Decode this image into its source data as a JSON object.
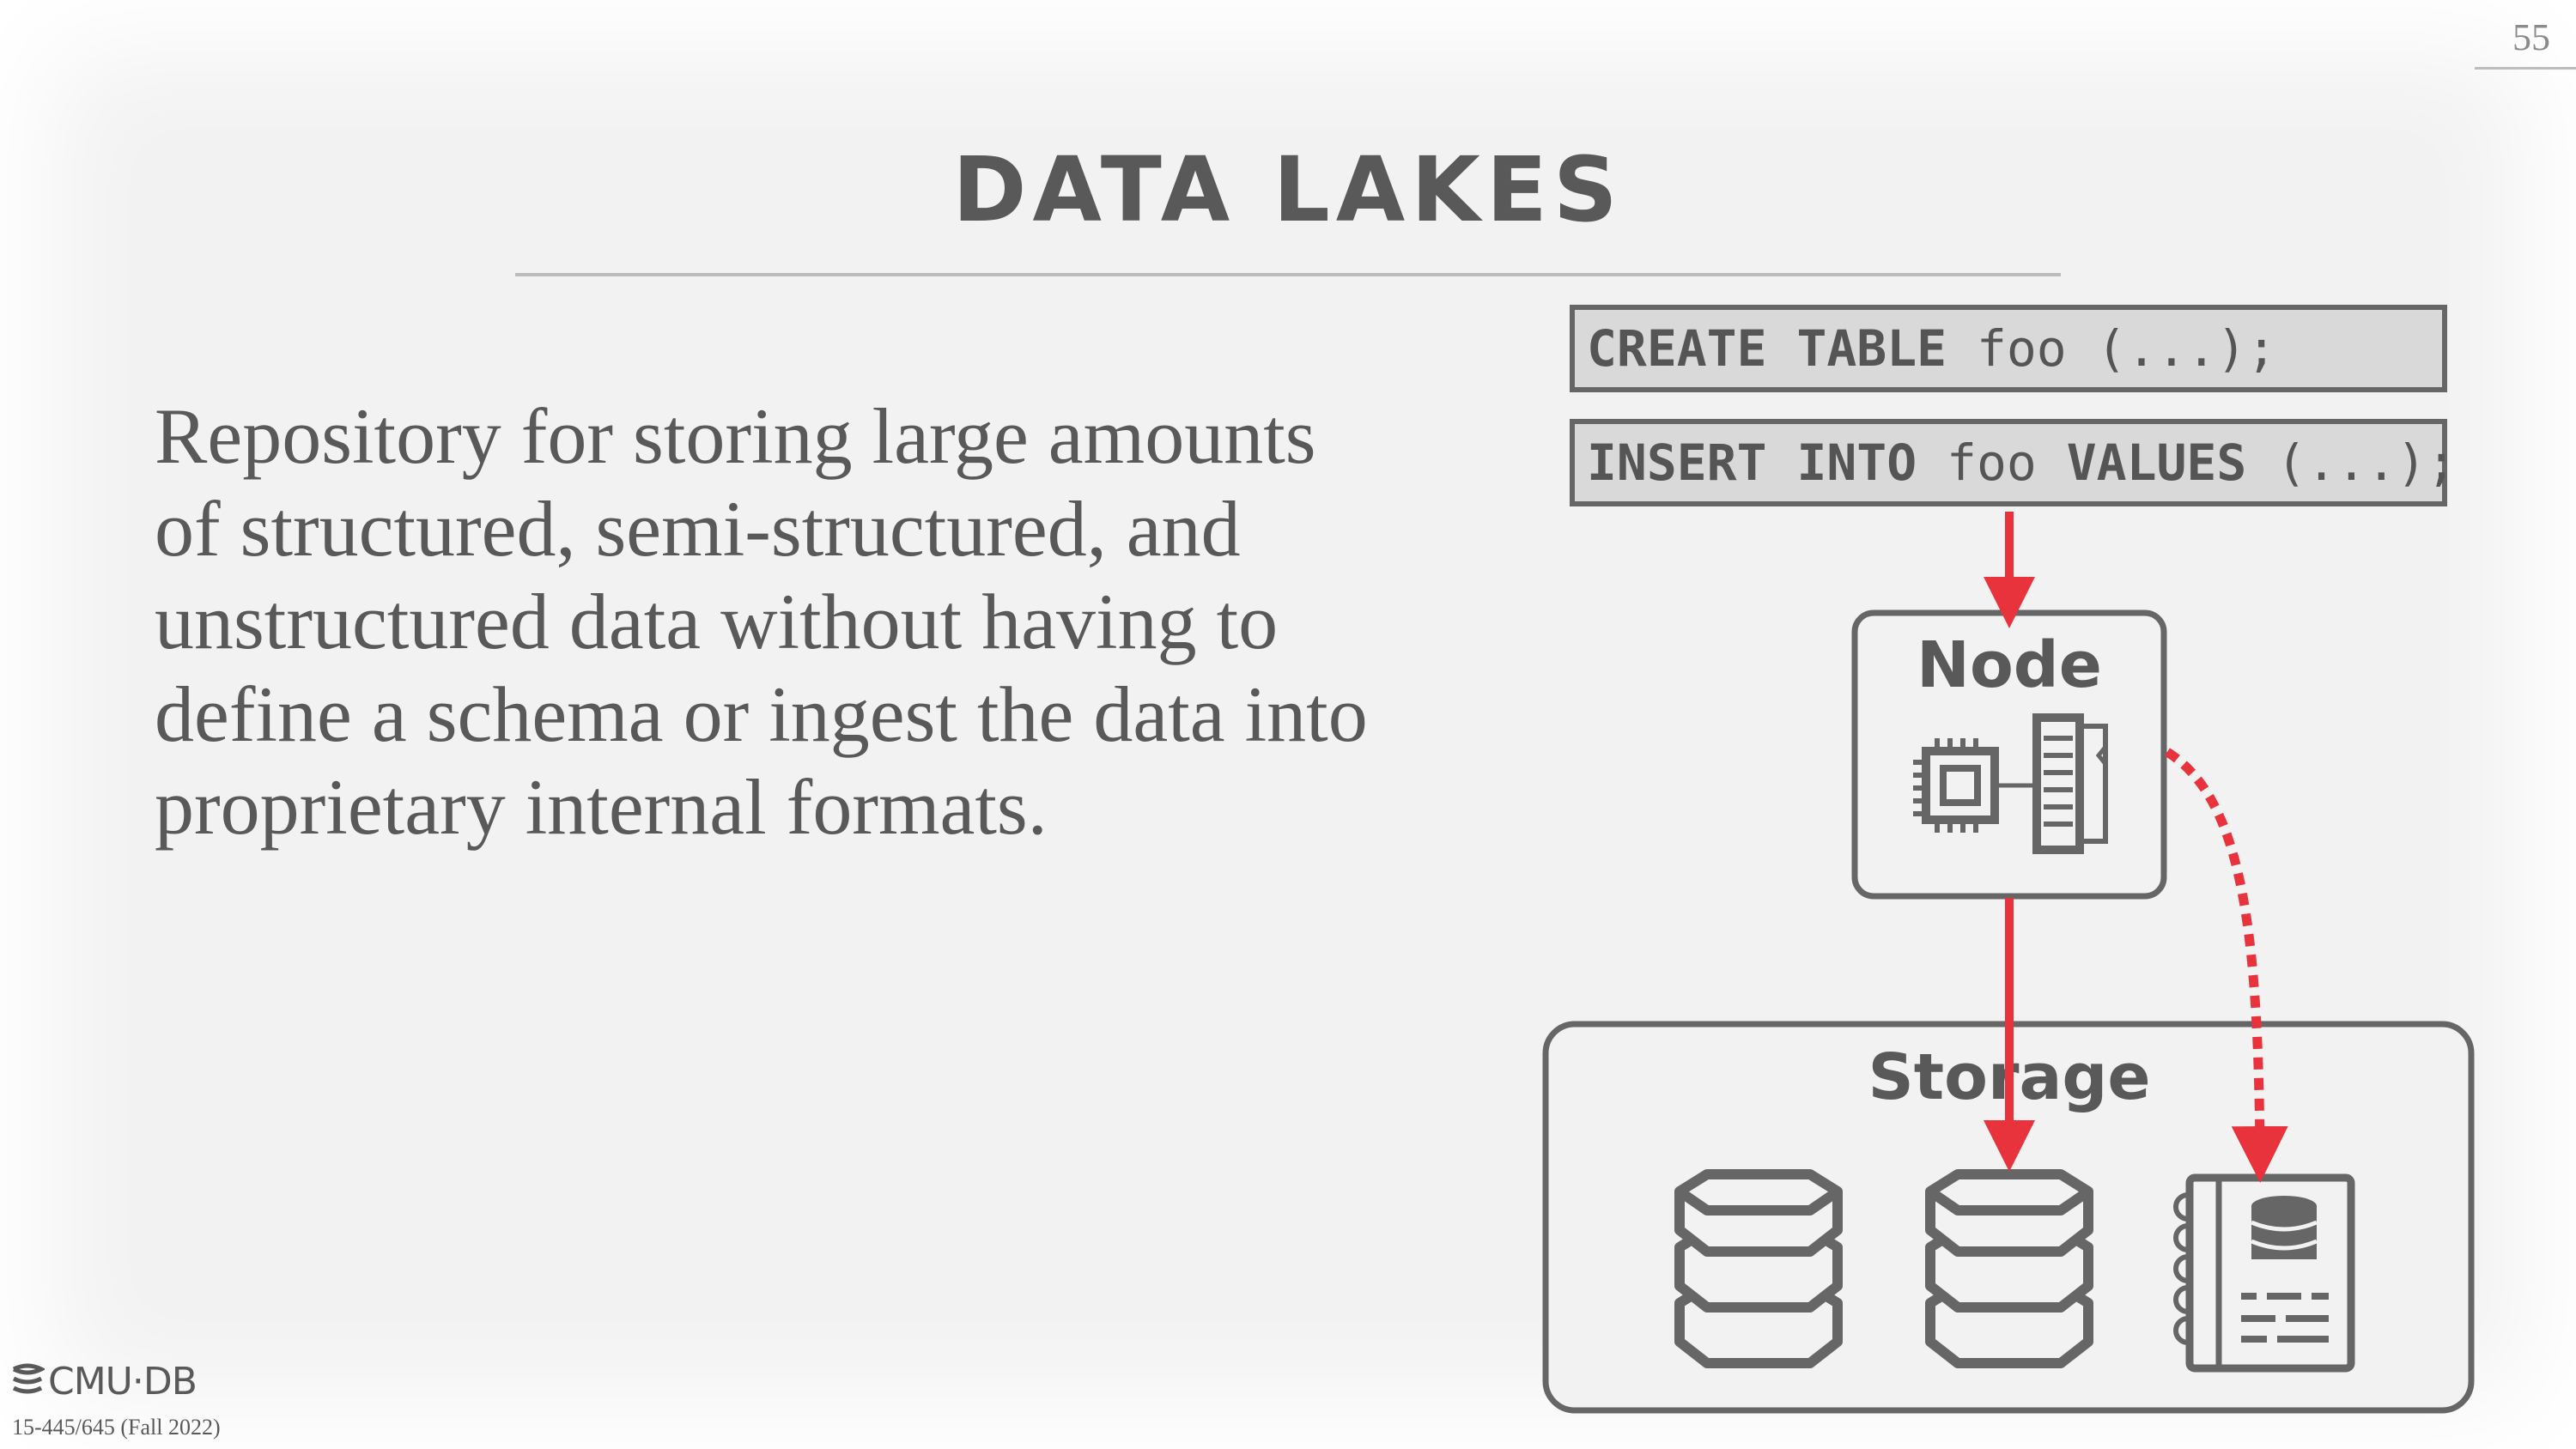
{
  "slide": {
    "page_number": "55",
    "title": "DATA LAKES",
    "body": "Repository for storing large amounts\nof structured, semi-structured, and\nunstructured data without having to\ndefine a schema or ingest the data into\nproprietary internal formats."
  },
  "diagram": {
    "sql_create": {
      "kw1": "CREATE",
      "kw2": "TABLE",
      "name": "foo",
      "rest": "(...);"
    },
    "sql_insert": {
      "kw1": "INSERT",
      "kw2": "INTO",
      "name": "foo",
      "kw3": "VALUES",
      "rest": "(...);"
    },
    "node_label": "Node",
    "storage_label": "Storage",
    "icons": [
      "cpu-icon",
      "memory-icon",
      "database-icon",
      "database-icon",
      "catalog-icon"
    ],
    "colors": {
      "arrow": "#e8333c",
      "stroke": "#666666",
      "text": "#595959"
    }
  },
  "footer": {
    "logo": "CMU·DB",
    "course": "15-445/645 (Fall 2022)"
  }
}
